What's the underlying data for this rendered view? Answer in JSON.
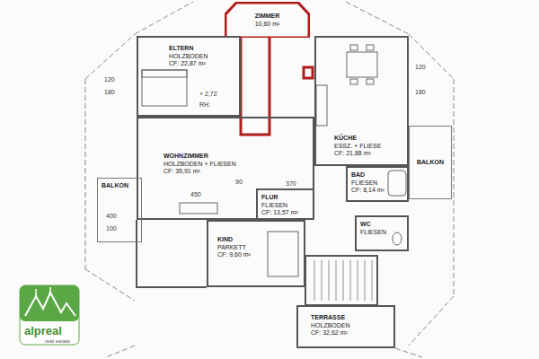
{
  "diagram": {
    "nodes": [
      {
        "text": [
          "ZIMMER",
          "10,60 m²"
        ]
      },
      {
        "text": [
          "ELTERN",
          "HOLZBODEN",
          "CF: 22,87 m²"
        ]
      },
      {
        "text": [
          "KÜCHE",
          "ESSZ. + FLIESE",
          "CF: 21,88 m²"
        ]
      },
      {
        "text": [
          "BALKON"
        ]
      },
      {
        "text": [
          "WOHNZIMMER",
          "HOLZBODEN + FLIESEN",
          "CF: 35,91 m²"
        ]
      },
      {
        "text": [
          "BALKON"
        ]
      },
      {
        "text": [
          "BAD",
          "FLIESEN",
          "CF: 8,14 m²"
        ]
      },
      {
        "text": [
          "FLUR",
          "FLIESEN",
          "CF: 13,57 m²"
        ]
      },
      {
        "text": [
          "WC",
          "FLIESEN"
        ]
      },
      {
        "text": [
          "KIND",
          "PARKETT",
          "CF: 9,60 m²"
        ]
      },
      {
        "text": [
          "TERRASSE",
          "HOLZBODEN",
          "CF: 32,62 m²"
        ]
      }
    ],
    "labels": [
      "+ 2,72",
      "RH:",
      "120",
      "180",
      "120",
      "180",
      "450",
      "370",
      "90",
      "400",
      "100",
      "alpreal",
      "real estate"
    ]
  }
}
